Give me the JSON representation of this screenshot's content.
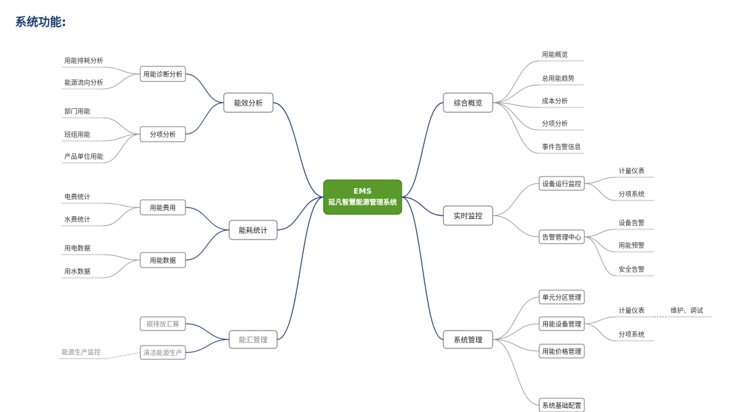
{
  "page_title": "系统功能:",
  "colors": {
    "branch": "#2e4a7a",
    "leaf_line": "#9a9a9a",
    "center_bg": "#5a9a2a",
    "center_border": "#3f7a1a",
    "muted_text": "#888888"
  },
  "root": {
    "line1": "EMS",
    "line2": "延凡智慧能源管理系统"
  },
  "branches": [
    {
      "label": "能效分析",
      "children": [
        {
          "label": "用能诊断分析",
          "leaves": [
            "用能排耗分析",
            "能源流向分析"
          ]
        },
        {
          "label": "分项分析",
          "leaves": [
            "部门用能",
            "班组用能",
            "产品单位用能"
          ]
        }
      ]
    },
    {
      "label": "能耗统计",
      "children": [
        {
          "label": "用能费用",
          "leaves": [
            "电费统计",
            "水费统计"
          ]
        },
        {
          "label": "用能数据",
          "leaves": [
            "用电数据",
            "用水数据"
          ]
        }
      ]
    },
    {
      "label": "能汇管理",
      "muted": true,
      "children": [
        {
          "label": "碳排放汇算",
          "leaves": []
        },
        {
          "label": "清洁能源生产",
          "leaves": [
            "能源生产监控"
          ]
        }
      ]
    },
    {
      "label": "综合概览",
      "leaves": [
        "用能概览",
        "总用能趋势",
        "成本分析",
        "分项分析",
        "事件告警信息"
      ]
    },
    {
      "label": "实时监控",
      "children": [
        {
          "label": "设备运行监控",
          "leaves": [
            "计量仪表",
            "分项系统"
          ]
        },
        {
          "label": "告警管理中心",
          "leaves": [
            "设备告警",
            "用能预警",
            "安全告警"
          ]
        }
      ]
    },
    {
      "label": "系统管理",
      "children": [
        {
          "label": "单元分区管理",
          "leaves": []
        },
        {
          "label": "用能设备管理",
          "leaves": [
            "计量仪表",
            "分项系统"
          ],
          "extra": "维护、调试"
        },
        {
          "label": "用能价格管理",
          "leaves": []
        },
        {
          "label": "系统基础配置",
          "leaves": []
        }
      ]
    }
  ]
}
